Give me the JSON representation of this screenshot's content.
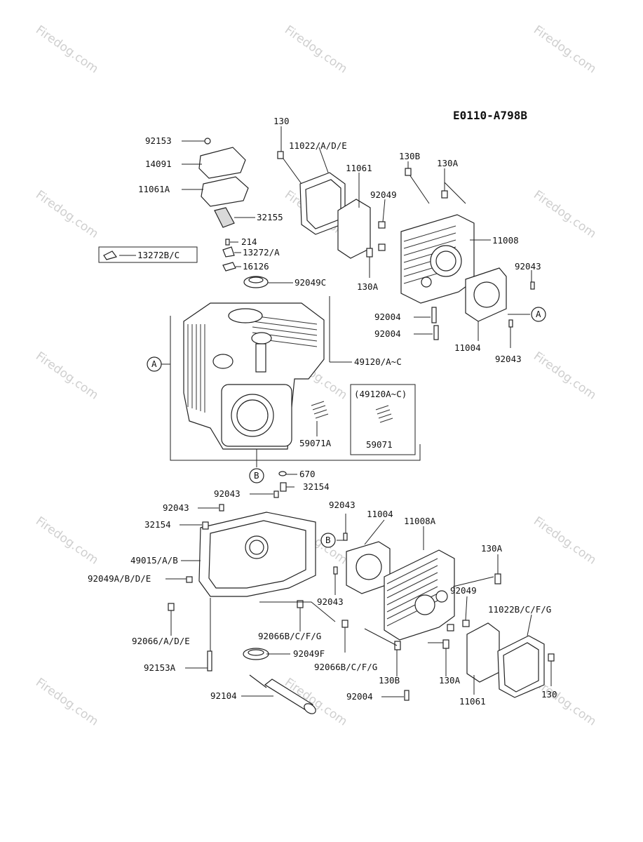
{
  "diagram_code": "E0110-A798B",
  "watermark": "Firedog.com",
  "ref_a": "A",
  "ref_b": "B",
  "labels": {
    "l92153": "92153",
    "l14091": "14091",
    "l11061A": "11061A",
    "l32155": "32155",
    "l214": "214",
    "l13272A": "13272/A",
    "l13272BC": "13272B/C",
    "l16126": "16126",
    "l92049C": "92049C",
    "l130_top": "130",
    "l11022ADE": "11022/A/D/E",
    "l11061_top": "11061",
    "l130B_top": "130B",
    "l130A_top": "130A",
    "l92049_top": "92049",
    "l11008": "11008",
    "l130A_mid": "130A",
    "l92043_r1": "92043",
    "l92004_a": "92004",
    "l92004_b": "92004",
    "l11004_top": "11004",
    "l92043_r2": "92043",
    "l49120": "49120/A~C",
    "l49120box": "(49120A~C)",
    "l59071A": "59071A",
    "l59071": "59071",
    "l670": "670",
    "l32154_a": "32154",
    "l92043_c1": "92043",
    "l92043_c2": "92043",
    "l32154_b": "32154",
    "l49015": "49015/A/B",
    "l92049ABDE": "92049A/B/D/E",
    "l92066ADE": "92066/A/D/E",
    "l92066BCFG_a": "92066B/C/F/G",
    "l92049F": "92049F",
    "l92066BCFG_b": "92066B/C/F/G",
    "l92153A": "92153A",
    "l92104": "92104",
    "l92043_b1": "92043",
    "l11004_bot": "11004",
    "l11008A": "11008A",
    "l130A_b1": "130A",
    "l92049_b": "92049",
    "l92043_b2": "92043",
    "l11022BCFG": "11022B/C/F/G",
    "l130B_bot": "130B",
    "l130A_b2": "130A",
    "l92004_bot": "92004",
    "l11061_bot": "11061",
    "l130_bot": "130"
  }
}
